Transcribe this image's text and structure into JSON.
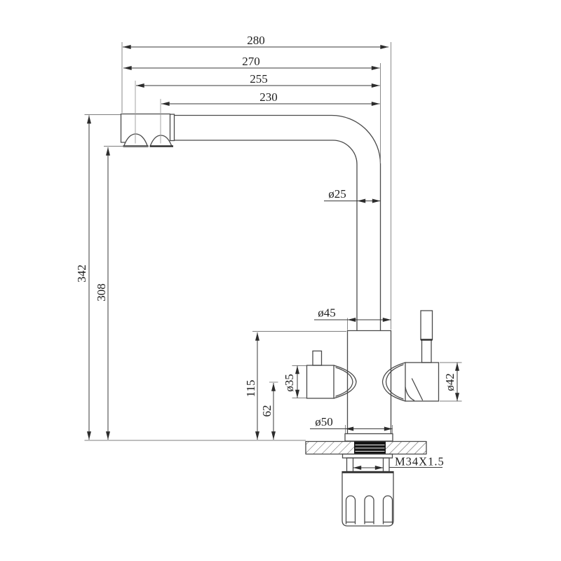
{
  "dimensions": {
    "overall_width": "280",
    "width_to_pipe": "270",
    "width_left_outlet": "255",
    "width_right_outlet": "230",
    "overall_height": "342",
    "spout_clearance_height": "308",
    "body_height": "115",
    "handle_center_height": "62",
    "spout_pipe_diameter": "ø25",
    "body_neck_diameter": "ø45",
    "left_handle_diameter": "ø35",
    "right_handle_diameter": "ø42",
    "base_diameter": "ø50",
    "thread_spec": "M34X1.5"
  }
}
